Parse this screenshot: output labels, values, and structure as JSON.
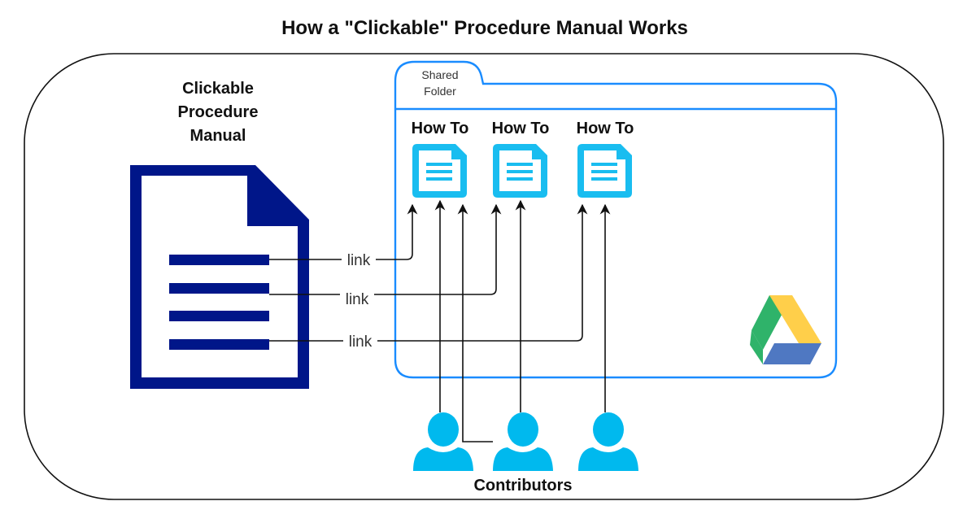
{
  "title": "How a \"Clickable\" Procedure Manual Works",
  "manual": {
    "label_lines": [
      "Clickable",
      "Procedure",
      "Manual"
    ],
    "icon": "document-icon",
    "color": "#001689"
  },
  "folder": {
    "tab_label_lines": [
      "Shared",
      "Folder"
    ],
    "border_color": "#1a8cff",
    "icon": "google-drive-icon",
    "documents": [
      {
        "label": "How To",
        "icon": "document-icon"
      },
      {
        "label": "How To",
        "icon": "document-icon"
      },
      {
        "label": "How To",
        "icon": "document-icon"
      }
    ],
    "doc_color": "#19bdf0"
  },
  "links": [
    {
      "label": "link",
      "from_line": 1,
      "to_document": 1
    },
    {
      "label": "link",
      "from_line": 2,
      "to_document": 2
    },
    {
      "label": "link",
      "from_line": 4,
      "to_document": 3
    }
  ],
  "contributors": {
    "label": "Contributors",
    "count": 3,
    "icon": "user-icon",
    "color": "#00b9ee"
  },
  "drive_colors": {
    "green": "#2fb36a",
    "yellow": "#ffcf4a",
    "blue": "#4f78c2"
  }
}
